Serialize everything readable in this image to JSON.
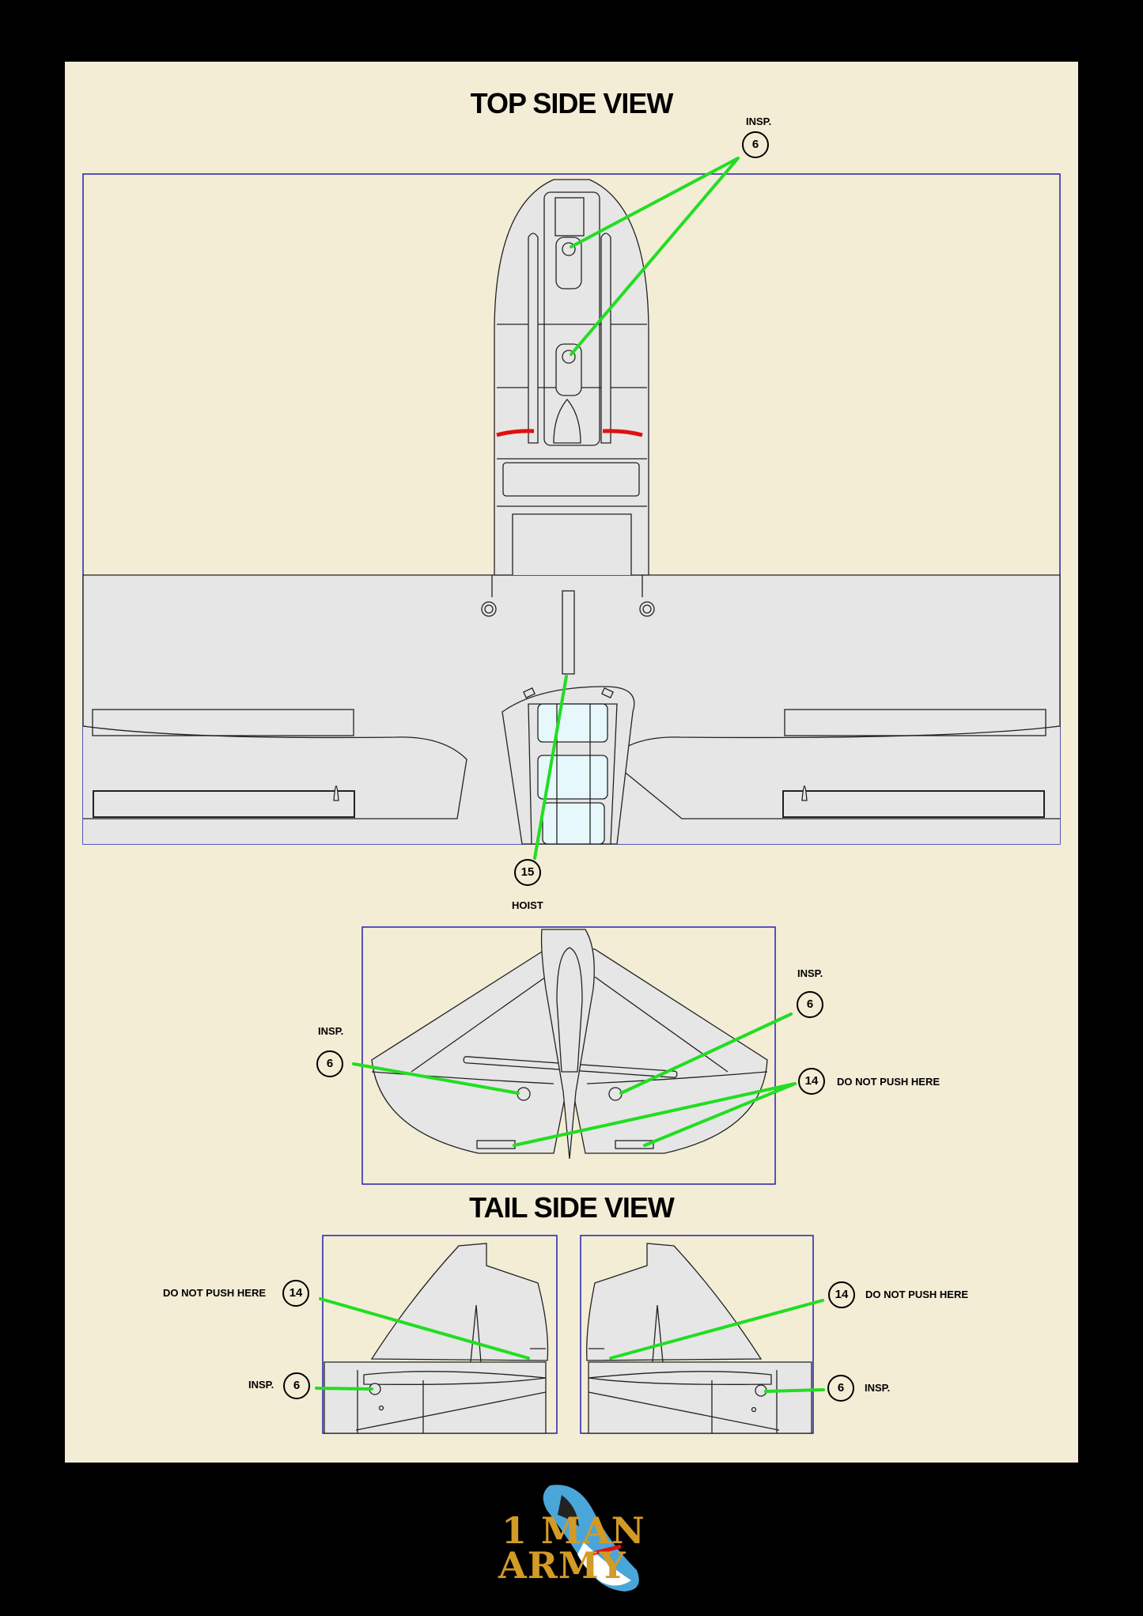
{
  "titles": {
    "top": "TOP SIDE VIEW",
    "tail": "TAIL SIDE VIEW"
  },
  "callouts": [
    {
      "id": "insp-top",
      "number": "6",
      "label": "INSP."
    },
    {
      "id": "hoist",
      "number": "15",
      "label": "HOIST"
    },
    {
      "id": "insp-stab-right",
      "number": "6",
      "label": "INSP."
    },
    {
      "id": "insp-stab-left",
      "number": "6",
      "label": "INSP."
    },
    {
      "id": "dnp-stab",
      "number": "14",
      "label": "DO NOT PUSH HERE"
    },
    {
      "id": "dnp-tail-left",
      "number": "14",
      "label": "DO NOT PUSH HERE"
    },
    {
      "id": "insp-tail-left",
      "number": "6",
      "label": "INSP."
    },
    {
      "id": "dnp-tail-right",
      "number": "14",
      "label": "DO NOT PUSH HERE"
    },
    {
      "id": "insp-tail-right",
      "number": "6",
      "label": "INSP."
    }
  ],
  "logo": {
    "line1": "1 MAN",
    "line2": "ARMY"
  },
  "colors": {
    "background": "#000000",
    "sheet": "#f3edd6",
    "leader": "#22dd22",
    "frame": "#2222aa",
    "accent": "#e01010",
    "panel": "#e6e6e6"
  }
}
